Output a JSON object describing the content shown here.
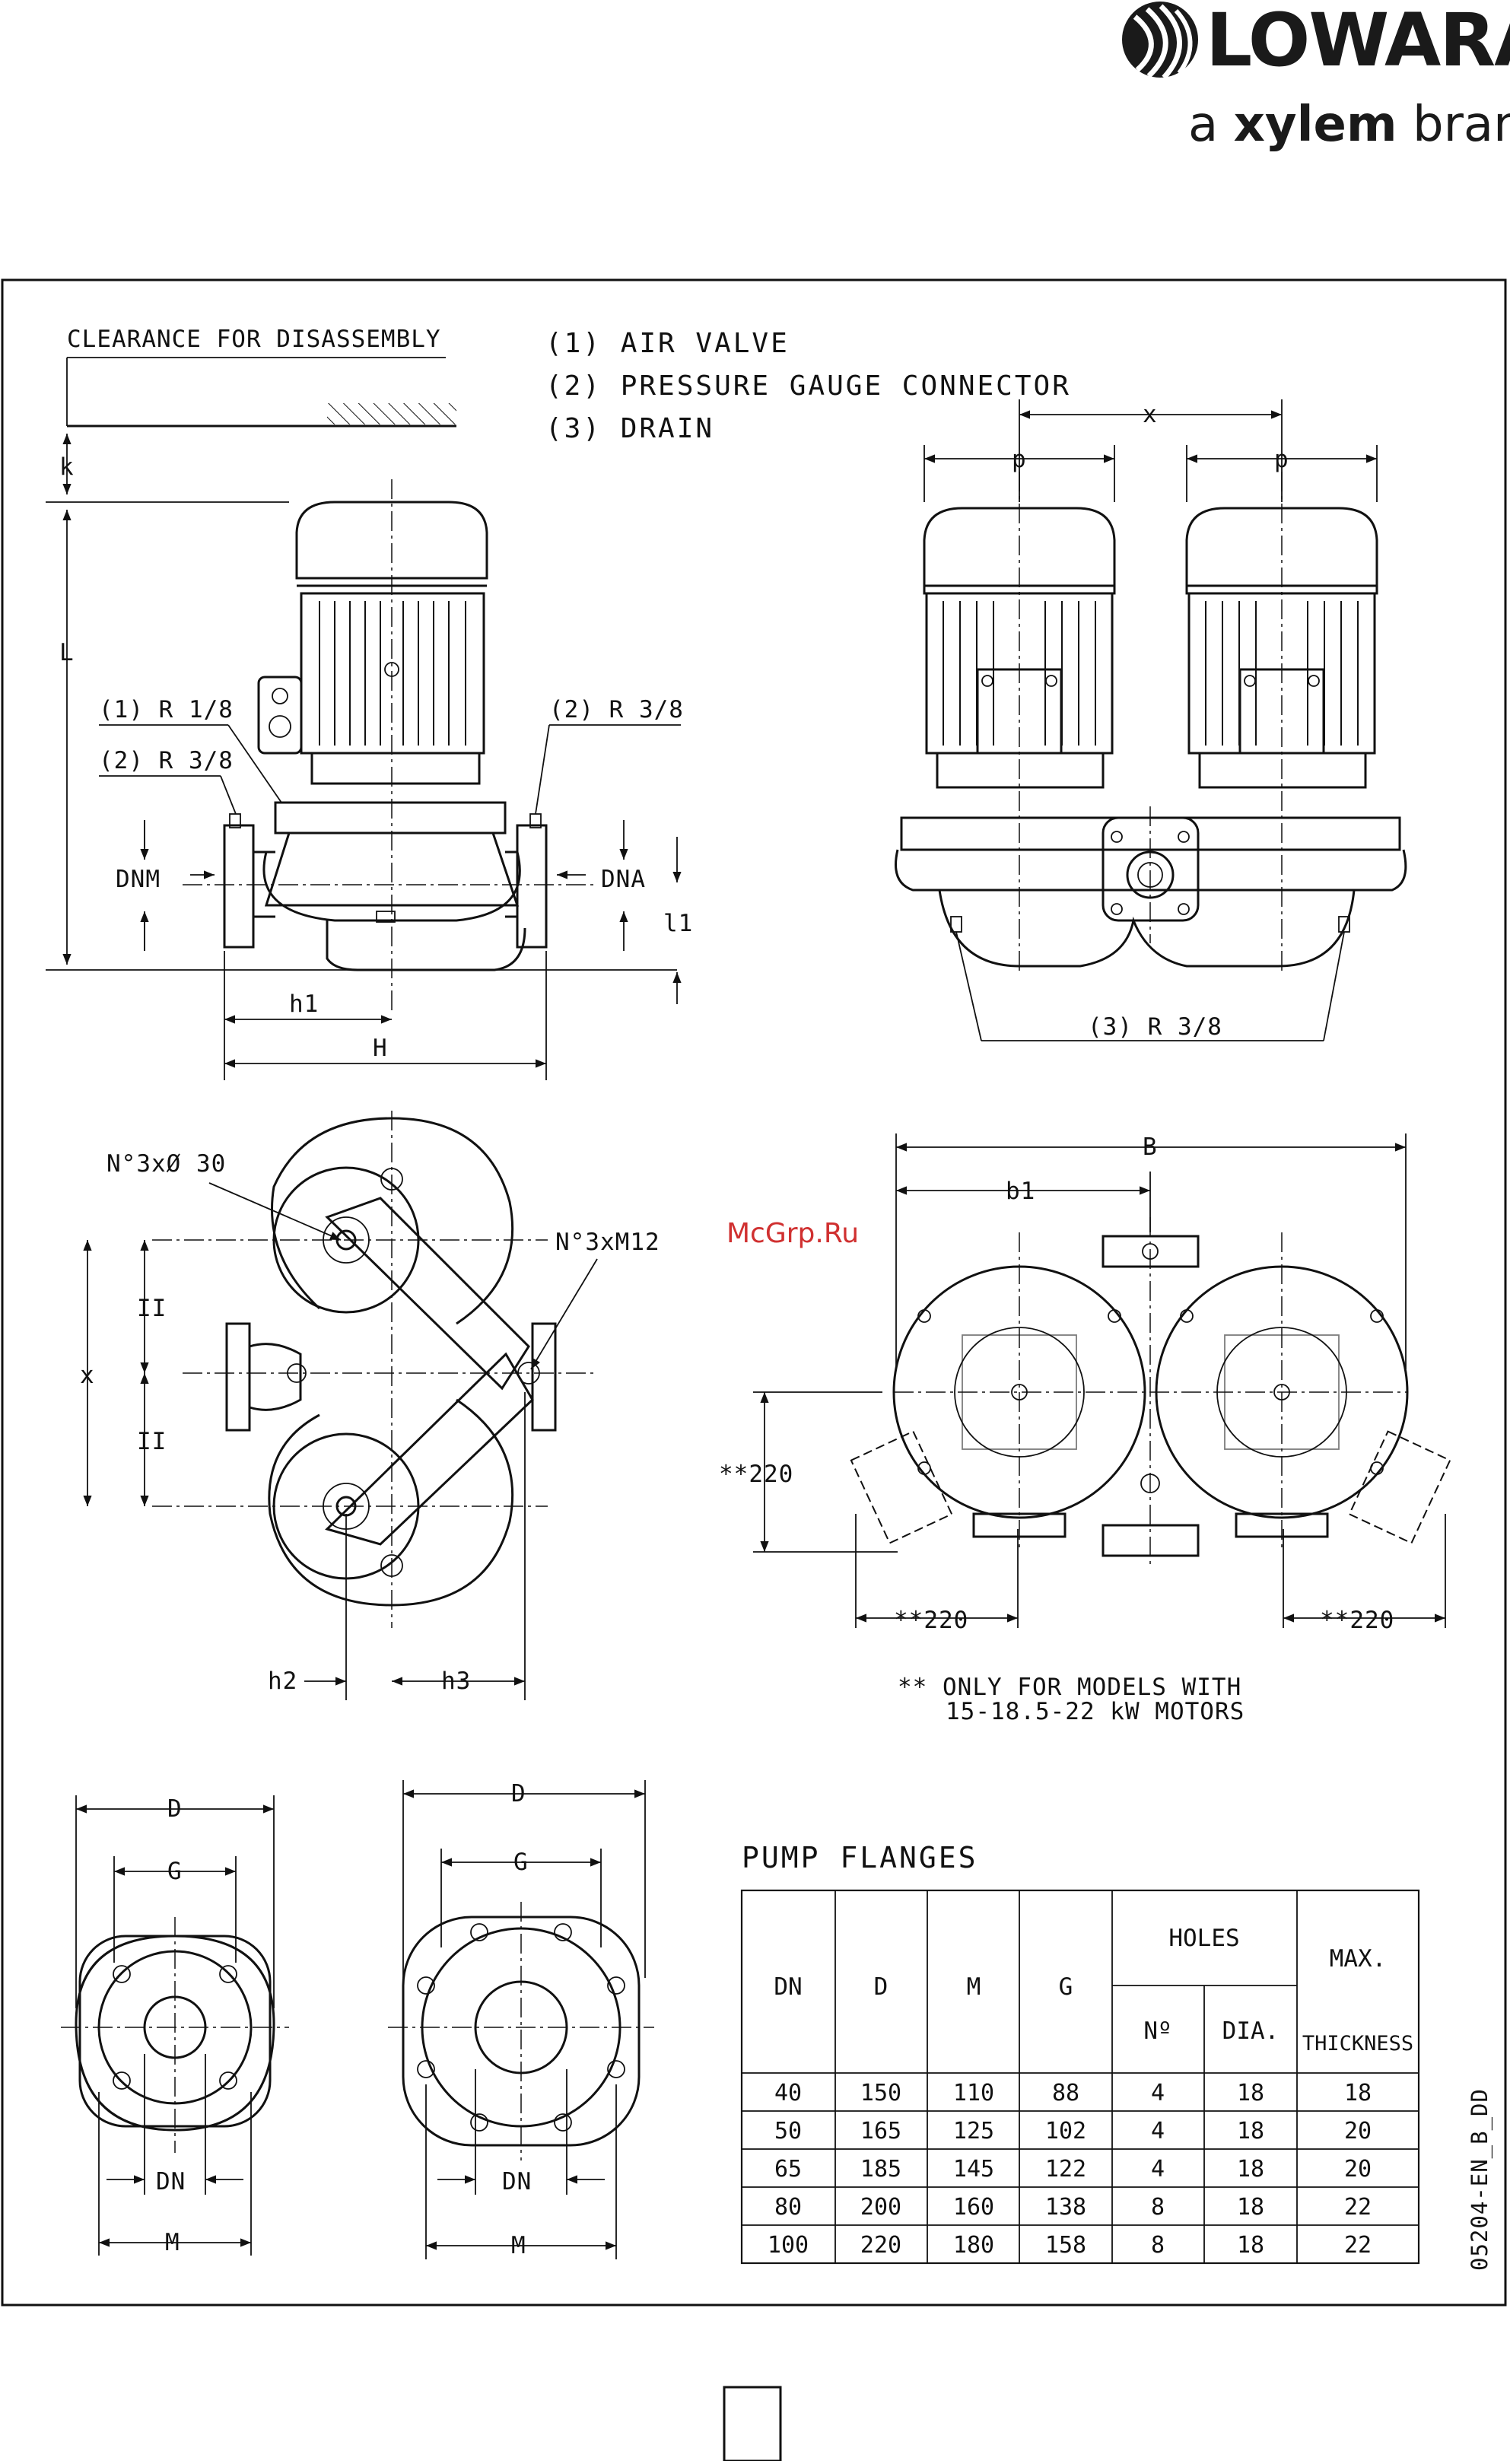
{
  "brand": {
    "logo": "LOWARA",
    "tagline_prefix": "a ",
    "tagline_bold": "xylem",
    "tagline_suffix": " brand"
  },
  "notes": {
    "clearance": "CLEARANCE FOR DISASSEMBLY",
    "legend": [
      "(1) AIR VALVE",
      "(2) PRESSURE GAUGE CONNECTOR",
      "(3) DRAIN"
    ],
    "models_note_line1": "** ONLY FOR MODELS WITH",
    "models_note_line2": "15-18.5-22 kW MOTORS"
  },
  "labels": {
    "k": "k",
    "L": "L",
    "r18": "(1) R 1/8",
    "r38_left": "(2) R 3/8",
    "r38_right": "(2) R 3/8",
    "dnm": "DNM",
    "dna": "DNA",
    "l1": "l1",
    "h1": "h1",
    "H": "H",
    "x_top": "x",
    "p_left": "p",
    "p_right": "p",
    "drain": "(3) R 3/8",
    "holes_top": "N°3xØ 30",
    "holes_m12": "N°3xM12",
    "x_side": "x",
    "ii_top": "II",
    "ii_bottom": "II",
    "h2": "h2",
    "h3": "h3",
    "B": "B",
    "b1": "b1",
    "d220_v": "**220",
    "d220_left": "**220",
    "d220_right": "**220",
    "fl1_D": "D",
    "fl1_G": "G",
    "fl1_DN": "DN",
    "fl1_M": "M",
    "fl2_D": "D",
    "fl2_G": "G",
    "fl2_DN": "DN",
    "fl2_M": "M",
    "doc_code": "05204-EN_B_DD",
    "watermark": "McGrp.Ru"
  },
  "table": {
    "title": "PUMP FLANGES",
    "headers": {
      "dn": "DN",
      "d": "D",
      "m": "M",
      "g": "G",
      "holes": "HOLES",
      "n": "Nº",
      "dia": "DIA.",
      "max": "MAX.",
      "thickness": "THICKNESS"
    },
    "rows": [
      [
        "40",
        "150",
        "110",
        "88",
        "4",
        "18",
        "18"
      ],
      [
        "50",
        "165",
        "125",
        "102",
        "4",
        "18",
        "20"
      ],
      [
        "65",
        "185",
        "145",
        "122",
        "4",
        "18",
        "20"
      ],
      [
        "80",
        "200",
        "160",
        "138",
        "8",
        "18",
        "22"
      ],
      [
        "100",
        "220",
        "180",
        "158",
        "8",
        "18",
        "22"
      ]
    ]
  }
}
